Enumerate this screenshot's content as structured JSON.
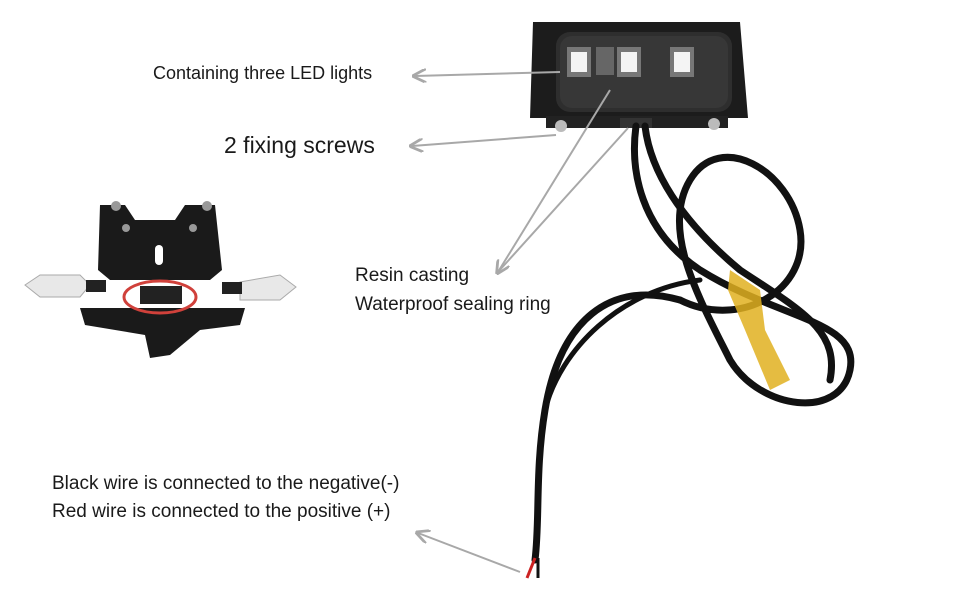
{
  "labels": {
    "led": "Containing three LED lights",
    "screws": "2 fixing screws",
    "resin_line1": "Resin casting",
    "resin_line2": "Waterproof sealing ring",
    "wire_line1": "Black wire is connected to the negative(-)",
    "wire_line2": "Red wire is connected to the positive (+)"
  },
  "colors": {
    "arrow": "#a8a8a8",
    "highlight_ring": "#d0413b",
    "wire_black": "#111111",
    "wire_red": "#cc2222",
    "tape_yellow": "#e0b020"
  }
}
